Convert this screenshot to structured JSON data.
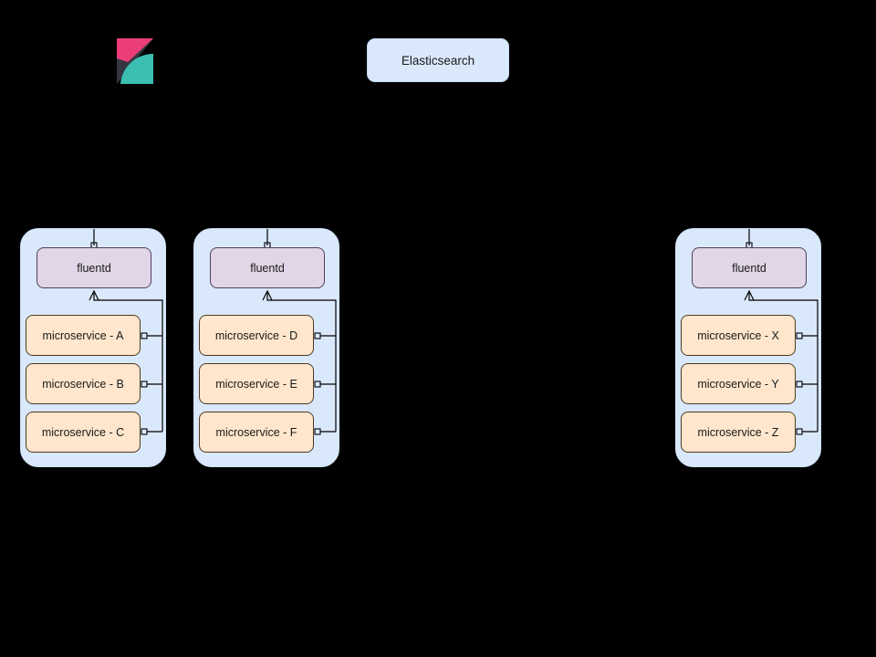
{
  "diagram": {
    "title": "",
    "background_color": "#000000",
    "nodes": {
      "kibana": {
        "label": "",
        "icon": "kibana-logo",
        "colors": {
          "pink": "#eb3d77",
          "teal": "#3cbeb1",
          "dark": "#343741"
        }
      },
      "elasticsearch": {
        "label": "Elasticsearch",
        "fill": "#dae8fc",
        "stroke": "#c3dcf5"
      }
    },
    "clusters": [
      {
        "id": "cluster-a",
        "collector": {
          "label": "fluentd",
          "fill": "#e1d5e7",
          "stroke": "#50405c"
        },
        "services": [
          {
            "label": "microservice - A"
          },
          {
            "label": "microservice - B"
          },
          {
            "label": "microservice - C"
          }
        ],
        "fill": "#dae8fc"
      },
      {
        "id": "cluster-b",
        "collector": {
          "label": "fluentd",
          "fill": "#e1d5e7",
          "stroke": "#50405c"
        },
        "services": [
          {
            "label": "microservice - D"
          },
          {
            "label": "microservice - E"
          },
          {
            "label": "microservice - F"
          }
        ],
        "fill": "#dae8fc"
      },
      {
        "id": "cluster-c",
        "collector": {
          "label": "fluentd",
          "fill": "#e1d5e7",
          "stroke": "#50405c"
        },
        "services": [
          {
            "label": "microservice - X"
          },
          {
            "label": "microservice - Y"
          },
          {
            "label": "microservice - Z"
          }
        ],
        "fill": "#dae8fc"
      }
    ],
    "service_fill": "#ffe6cc",
    "service_stroke": "#4d3a22",
    "edge_color": "#000000"
  }
}
